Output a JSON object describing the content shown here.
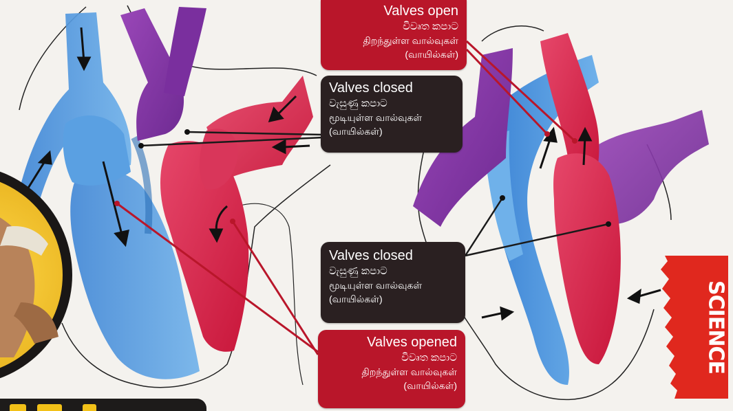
{
  "callouts": {
    "valves_open_top": {
      "title": "Valves open",
      "sinhala": "විවෘත කපාට",
      "tamil_1": "திறந்துள்ள வால்வுகள்",
      "tamil_2": "(வாயில்கள்)"
    },
    "valves_closed_top": {
      "title": "Valves closed",
      "sinhala": "වැසුණු කපාට",
      "tamil_1": "மூடியுள்ள வால்வுகள்",
      "tamil_2": "(வாயில்கள்)"
    },
    "valves_closed_bottom": {
      "title": "Valves closed",
      "sinhala": "වැසුණු කපාට",
      "tamil_1": "மூடியுள்ள வால்வுகள்",
      "tamil_2": "(வாயில்கள்)"
    },
    "valves_opened_bottom": {
      "title": "Valves opened",
      "sinhala": "විවෘත කපාට",
      "tamil_1": "திறந்துள்ள வால்வுகள்",
      "tamil_2": "(வாயில்கள்)"
    }
  },
  "section_label": "SCIENCE",
  "colors": {
    "callout_red": "#b9162a",
    "callout_dark": "#2a2021",
    "deoxygenated_blue": "#4a90d9",
    "oxygenated_red": "#d8294a",
    "pulmonary_purple": "#8a3aa6",
    "label_red": "#e0281e"
  }
}
